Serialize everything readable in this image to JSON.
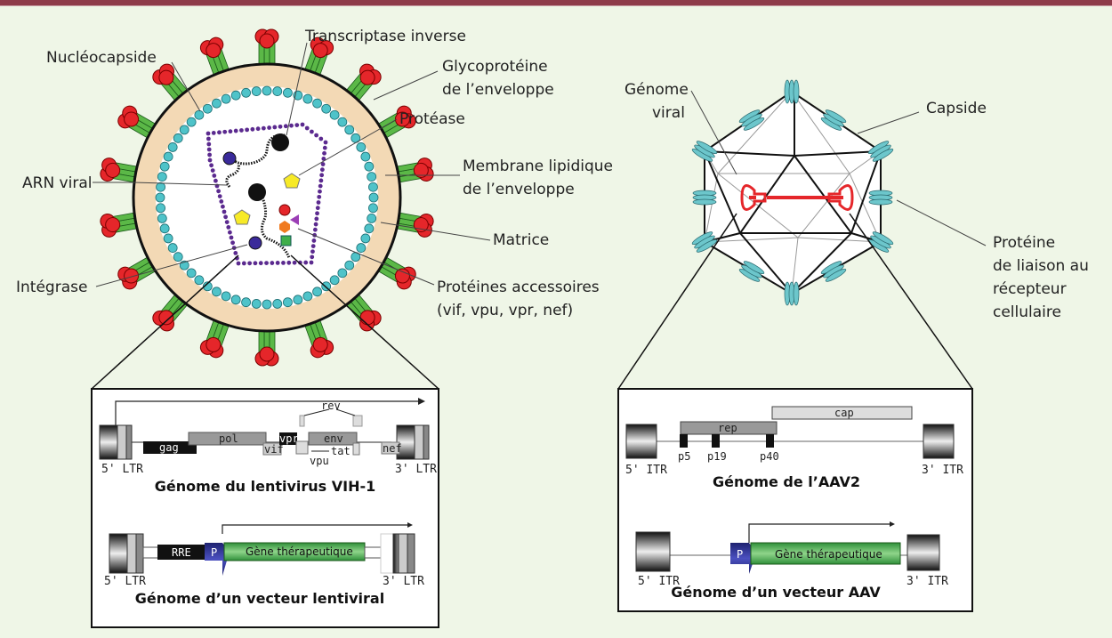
{
  "colors": {
    "background": "#eff6e7",
    "top_bar": "#8e3b4a",
    "envelope": "#f3d9b5",
    "glycoprotein_head": "#e5262a",
    "glycoprotein_stem": "#5bb847",
    "nucleocapsid_beads": "#4fc3c9",
    "matrix_beads": "#5b2a8f",
    "aav_genome": "#e5262a",
    "aav_spike": "#6cc6cb",
    "promoter": "#2e3192",
    "therapeutic_gene": "#3fae49"
  },
  "hiv": {
    "labels": {
      "transcriptase": "Transcriptase inverse",
      "nucleocapside": "Nucléocapside",
      "glyco_1": "Glycoprotéine",
      "glyco_2": "de l’enveloppe",
      "protease": "Protéase",
      "membrane_1": "Membrane lipidique",
      "membrane_2": "de l’enveloppe",
      "arn": "ARN viral",
      "matrice": "Matrice",
      "integrase": "Intégrase",
      "accessoires_1": "Protéines accessoires",
      "accessoires_2": "(vif, vpu, vpr, nef)"
    }
  },
  "aav": {
    "labels": {
      "genome_1": "Génome",
      "genome_2": "viral",
      "capside": "Capside",
      "receptor_1": "Protéine",
      "receptor_2": "de liaison au",
      "receptor_3": "récepteur",
      "receptor_4": "cellulaire"
    }
  },
  "hiv_genome": {
    "title": "Génome du lentivirus VIH-1",
    "ltr5": "5' LTR",
    "ltr3": "3' LTR",
    "genes": {
      "gag": "gag",
      "pol": "pol",
      "vif": "vif",
      "vpr": "vpr",
      "env": "env",
      "nef": "nef",
      "rev": "rev",
      "tat": "tat",
      "vpu": "vpu"
    }
  },
  "lenti_vector": {
    "title": "Génome d’un vecteur lentiviral",
    "ltr5": "5' LTR",
    "ltr3": "3' LTR",
    "rre": "RRE",
    "promoter": "P",
    "gene": "Gène thérapeutique"
  },
  "aav_genome": {
    "title": "Génome de l’AAV2",
    "itr5": "5' ITR",
    "itr3": "3' ITR",
    "cap": "cap",
    "rep": "rep",
    "promoters": [
      "p5",
      "p19",
      "p40"
    ]
  },
  "aav_vector": {
    "title": "Génome d’un vecteur AAV",
    "itr5": "5' ITR",
    "itr3": "3' ITR",
    "promoter": "P",
    "gene": "Gène thérapeutique"
  }
}
